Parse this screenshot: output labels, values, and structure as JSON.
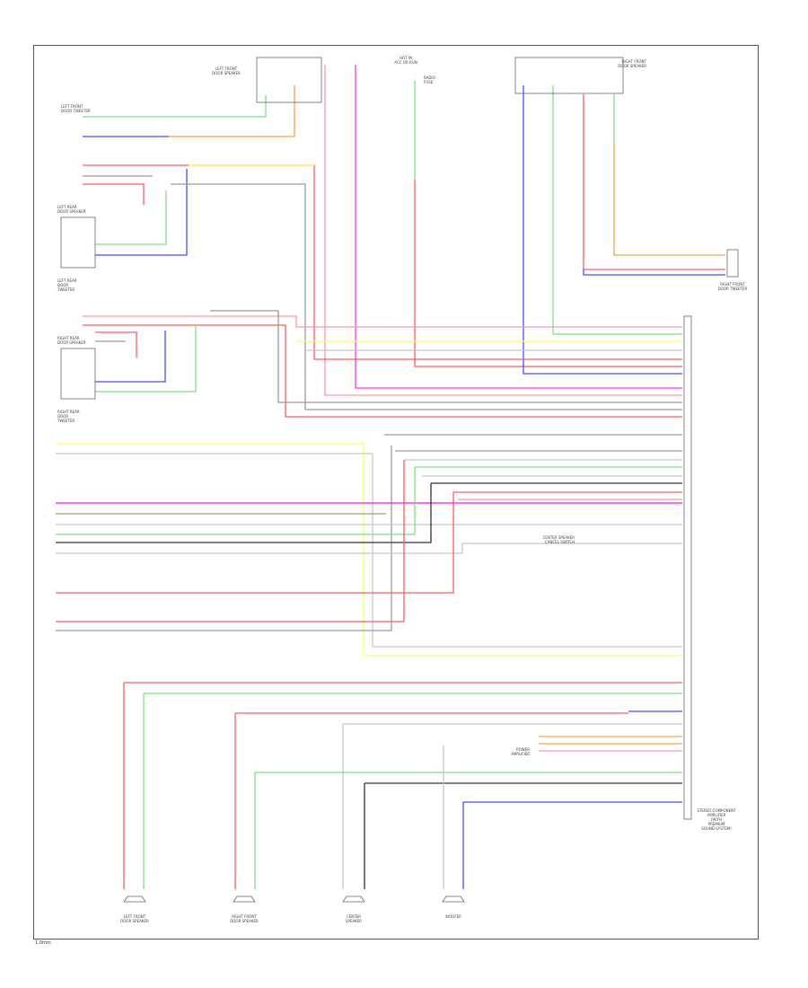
{
  "diagram": {
    "footer_code": "1.0mm"
  },
  "labels": [
    {
      "id": "lf-door-spk",
      "lines": [
        "LEFT FRONT",
        "DOOR SPEAKER"
      ]
    },
    {
      "id": "lf-tweeter",
      "lines": [
        "LEFT FRONT",
        "DOOR TWEETER"
      ]
    },
    {
      "id": "left-rear-spk",
      "lines": [
        "LEFT REAR",
        "DOOR SPEAKER"
      ]
    },
    {
      "id": "lr-tweeter",
      "lines": [
        "LEFT REAR",
        "DOOR",
        "TWEETER"
      ]
    },
    {
      "id": "right-rear-spk",
      "lines": [
        "RIGHT REAR",
        "DOOR SPEAKER"
      ]
    },
    {
      "id": "rr-tweeter",
      "lines": [
        "RIGHT REAR",
        "DOOR",
        "TWEETER"
      ]
    },
    {
      "id": "hot-acc",
      "lines": [
        "HOT IN",
        "ACC OR RUN"
      ]
    },
    {
      "id": "radio-fuse",
      "lines": [
        "RADIO",
        "FUSE"
      ]
    },
    {
      "id": "rf-door-spk",
      "lines": [
        "RIGHT FRONT",
        "DOOR SPEAKER"
      ]
    },
    {
      "id": "rf-tweeter",
      "lines": [
        "RIGHT FRONT",
        "DOOR TWEETER"
      ]
    },
    {
      "id": "center-spk-ctrl",
      "lines": [
        "CENTER SPEAKER",
        "CANCEL SWITCH"
      ]
    },
    {
      "id": "stereo-amp",
      "lines": [
        "STEREO COMPONENT",
        "AMPLIFIER",
        "(WITH",
        "PREMIUM",
        "SOUND SYSTEM)"
      ]
    },
    {
      "id": "lf-front-spk",
      "lines": [
        "LEFT FRONT",
        "DOOR SPEAKER"
      ]
    },
    {
      "id": "rf-front-spk",
      "lines": [
        "RIGHT FRONT",
        "DOOR SPEAKER"
      ]
    },
    {
      "id": "center-speaker",
      "lines": [
        "CENTER",
        "SPEAKER"
      ]
    },
    {
      "id": "woofer",
      "lines": [
        "WOOFER"
      ]
    },
    {
      "id": "power-amp",
      "lines": [
        "POWER",
        "AMPLIFIER"
      ]
    }
  ],
  "wire_colors": {
    "red": "#ff5a5a",
    "pink": "#ff99a8",
    "green": "#7ee07e",
    "blue": "#4b4bff",
    "orange": "#ffa040",
    "yellow": "#ffff66",
    "magenta": "#ff33ff",
    "gray": "#9a9a9a",
    "black": "#333333",
    "lightgray": "#c8c8c8"
  }
}
